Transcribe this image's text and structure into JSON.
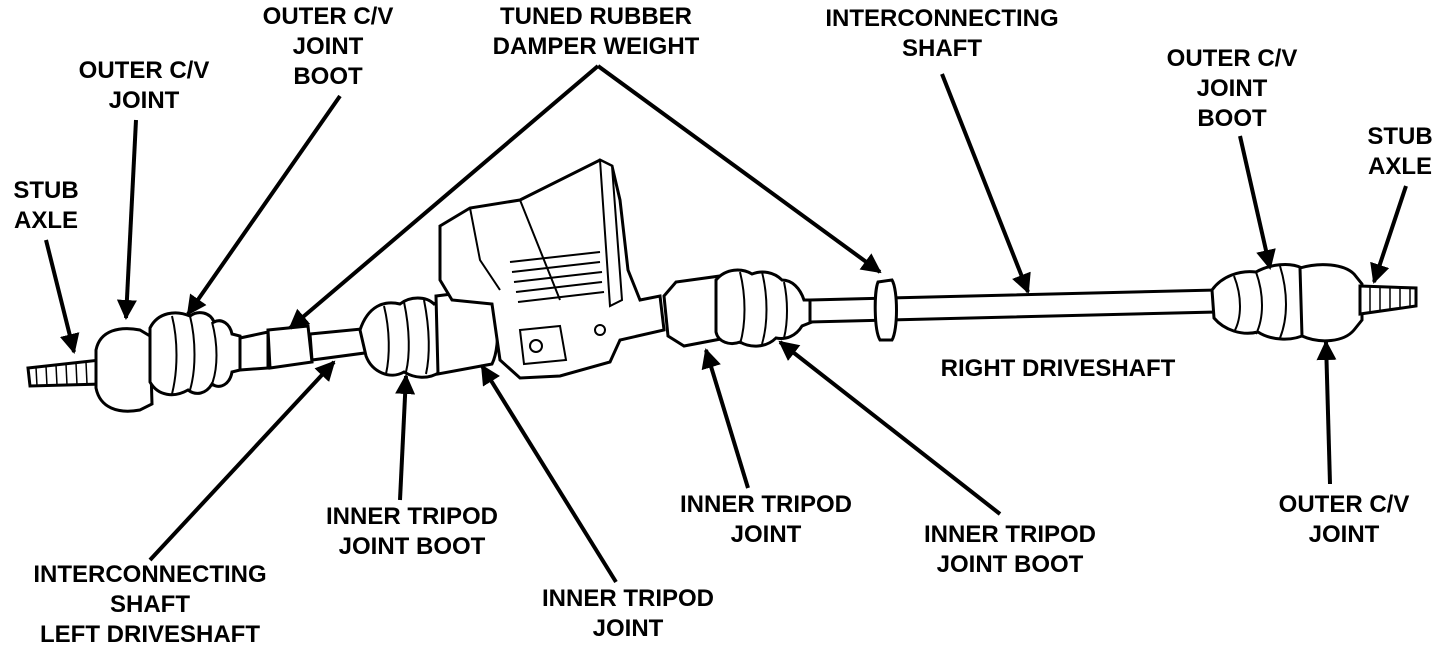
{
  "diagram": {
    "labels": {
      "stub_axle_left": [
        "STUB",
        "AXLE"
      ],
      "outer_cv_joint_left": [
        "OUTER C/V",
        "JOINT"
      ],
      "outer_cv_boot_left": [
        "OUTER C/V",
        "JOINT",
        "BOOT"
      ],
      "damper_weight": [
        "TUNED RUBBER",
        "DAMPER WEIGHT"
      ],
      "interconnecting_shaft_right": [
        "INTERCONNECTING",
        "SHAFT"
      ],
      "outer_cv_boot_right": [
        "OUTER C/V",
        "JOINT",
        "BOOT"
      ],
      "stub_axle_right": [
        "STUB",
        "AXLE"
      ],
      "right_driveshaft": [
        "RIGHT DRIVESHAFT"
      ],
      "interconnecting_shaft_left": [
        "INTERCONNECTING",
        "SHAFT",
        "LEFT DRIVESHAFT"
      ],
      "inner_tripod_boot_left": [
        "INNER TRIPOD",
        "JOINT BOOT"
      ],
      "inner_tripod_joint_left": [
        "INNER TRIPOD",
        "JOINT"
      ],
      "inner_tripod_joint_right": [
        "INNER TRIPOD",
        "JOINT"
      ],
      "inner_tripod_boot_right": [
        "INNER TRIPOD",
        "JOINT BOOT"
      ],
      "outer_cv_joint_right": [
        "OUTER C/V",
        "JOINT"
      ]
    }
  },
  "colors": {
    "ink": "#000000",
    "paper": "#ffffff"
  }
}
